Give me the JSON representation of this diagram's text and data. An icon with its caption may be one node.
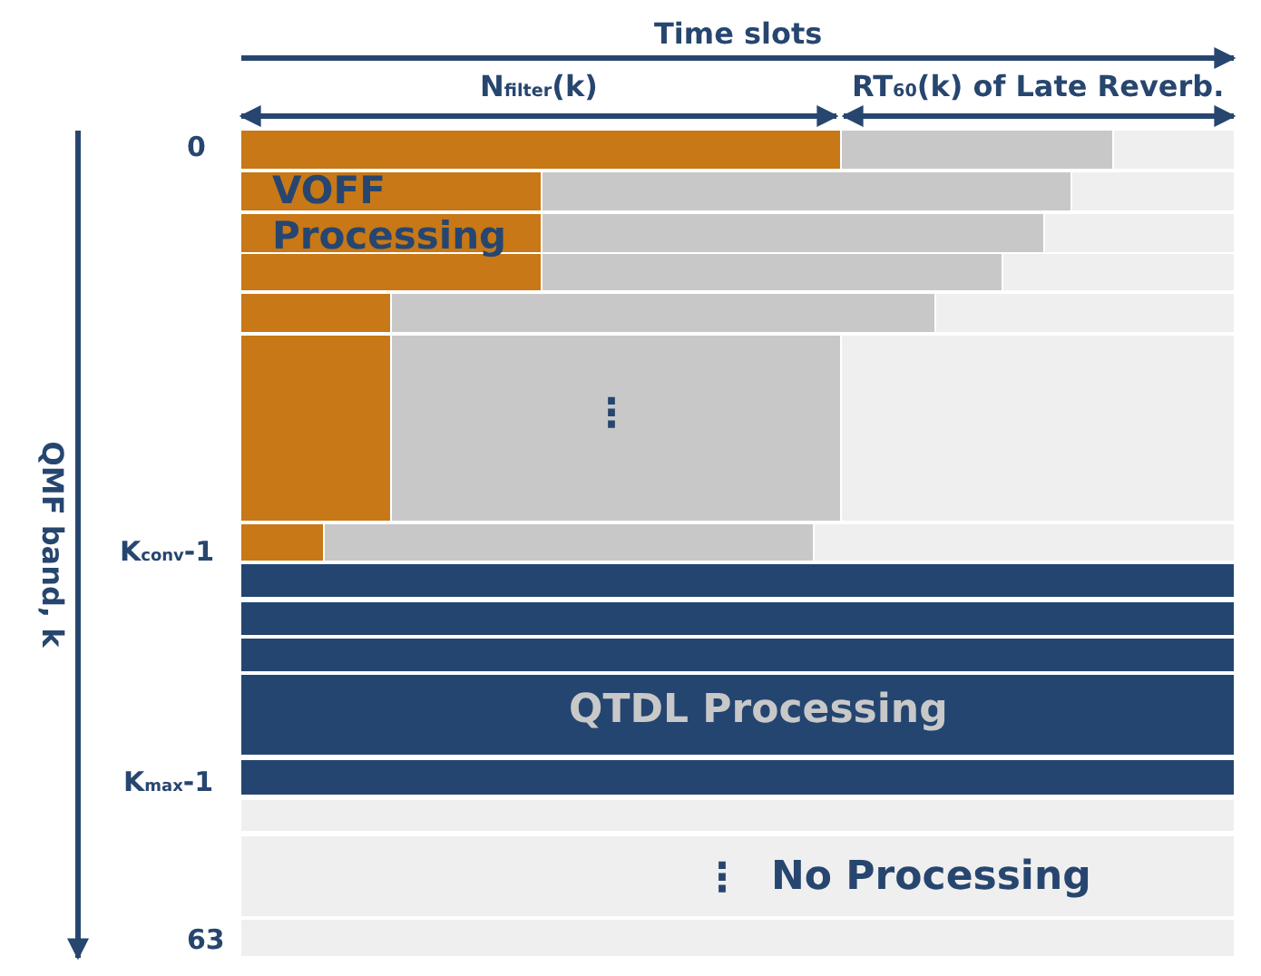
{
  "diagram": {
    "labels": [
      "Time slots",
      "N$_{filter}$(k)",
      "RT$_{60}$(k) of Late Reverb.",
      "0",
      "VOFF Processing",
      "⋮",
      "QMF band, k",
      "K$_{conv}$-1",
      "QTDL Processing",
      "K$_{max}$-1",
      "⋮",
      "No Processing",
      "63"
    ]
  }
}
